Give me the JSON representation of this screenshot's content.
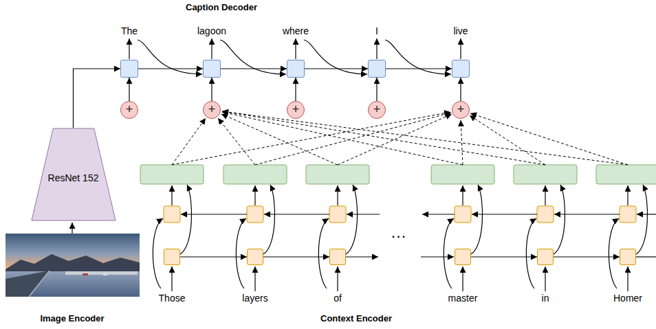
{
  "diagram": {
    "nodes": [
      {
        "text": [
          "The"
        ]
      },
      {
        "text": [
          "lagoon"
        ]
      },
      {
        "text": [
          "where"
        ]
      },
      {
        "text": [
          "I"
        ]
      },
      {
        "text": [
          "live"
        ]
      },
      {
        "text": [
          "+"
        ]
      },
      {
        "text": [
          "+"
        ]
      },
      {
        "text": [
          "+"
        ]
      },
      {
        "text": [
          "+"
        ]
      },
      {
        "text": [
          "+"
        ]
      },
      {
        "text": [
          "ResNet 152"
        ]
      },
      {
        "text": [
          "Those"
        ]
      },
      {
        "text": [
          "layers"
        ]
      },
      {
        "text": [
          "of"
        ]
      },
      {
        "text": [
          "master"
        ]
      },
      {
        "text": [
          "in"
        ]
      },
      {
        "text": [
          "Homer"
        ]
      }
    ],
    "edges": [
      {
        "from": 0,
        "to": 1,
        "arrow": "to"
      },
      {
        "from": 1,
        "to": 2,
        "arrow": "to"
      },
      {
        "from": 2,
        "to": 3,
        "arrow": "to"
      },
      {
        "from": 3,
        "to": 4,
        "arrow": "to"
      },
      {
        "from": 5,
        "to": 0,
        "arrow": "to"
      },
      {
        "from": 6,
        "to": 1,
        "arrow": "to"
      },
      {
        "from": 7,
        "to": 2,
        "arrow": "to"
      },
      {
        "from": 8,
        "to": 3,
        "arrow": "to"
      },
      {
        "from": 9,
        "to": 4,
        "arrow": "to"
      },
      {
        "from": 10,
        "to": 0,
        "arrow": "to"
      },
      {
        "from": 11,
        "to": 12,
        "arrow": "to"
      },
      {
        "from": 12,
        "to": 13,
        "arrow": "to"
      },
      {
        "from": 14,
        "to": 15,
        "arrow": "to"
      },
      {
        "from": 15,
        "to": 16,
        "arrow": "to"
      }
    ],
    "labels": [
      "Caption Decoder",
      "Image Encoder",
      "Context Encoder",
      "..."
    ]
  }
}
